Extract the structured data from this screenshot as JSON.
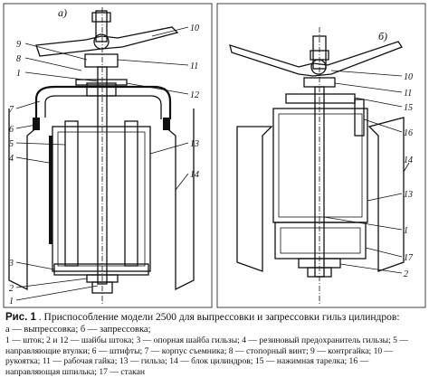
{
  "panels": {
    "left_label": "а)",
    "right_label": "б)"
  },
  "callouts_left": [
    {
      "id": "l9",
      "text": "9"
    },
    {
      "id": "l8",
      "text": "8"
    },
    {
      "id": "l1",
      "text": "1"
    },
    {
      "id": "l10",
      "text": "10"
    },
    {
      "id": "l11",
      "text": "11"
    },
    {
      "id": "l12",
      "text": "12"
    },
    {
      "id": "l7",
      "text": "7"
    },
    {
      "id": "l6",
      "text": "6"
    },
    {
      "id": "l5",
      "text": "5"
    },
    {
      "id": "l4",
      "text": "4"
    },
    {
      "id": "l13",
      "text": "13"
    },
    {
      "id": "l14",
      "text": "14"
    },
    {
      "id": "l3",
      "text": "3"
    },
    {
      "id": "l2",
      "text": "2"
    },
    {
      "id": "l1b",
      "text": "1"
    }
  ],
  "callouts_right": [
    {
      "id": "r10",
      "text": "10"
    },
    {
      "id": "r11",
      "text": "11"
    },
    {
      "id": "r15",
      "text": "15"
    },
    {
      "id": "r16",
      "text": "16"
    },
    {
      "id": "r14",
      "text": "14"
    },
    {
      "id": "r13",
      "text": "13"
    },
    {
      "id": "r1",
      "text": "1"
    },
    {
      "id": "r17",
      "text": "17"
    },
    {
      "id": "r2",
      "text": "2"
    }
  ],
  "caption": {
    "fig_label": "Рис. 1",
    "title": ". Приспособление модели 2500 для выпрессовки и запрессовки гильз цилиндров:",
    "variants": "а — выпрессовка; б — запрессовка;",
    "legend": "1 — шток; 2 и 12 — шайбы штока; 3 — опорная шайба гильзы; 4 — резиновый предохранитель гильзы; 5 — направляющие втулки; 6 — штифты; 7 — корпус съемника; 8 — стопорный винт; 9 — контргайка; 10 — рукоятка; 11 — рабочая гайка; 13 — гильза; 14 — блок цилиндров; 15 — нажимная тарелка; 16 — направляющая шпилька; 17 — стакан"
  }
}
